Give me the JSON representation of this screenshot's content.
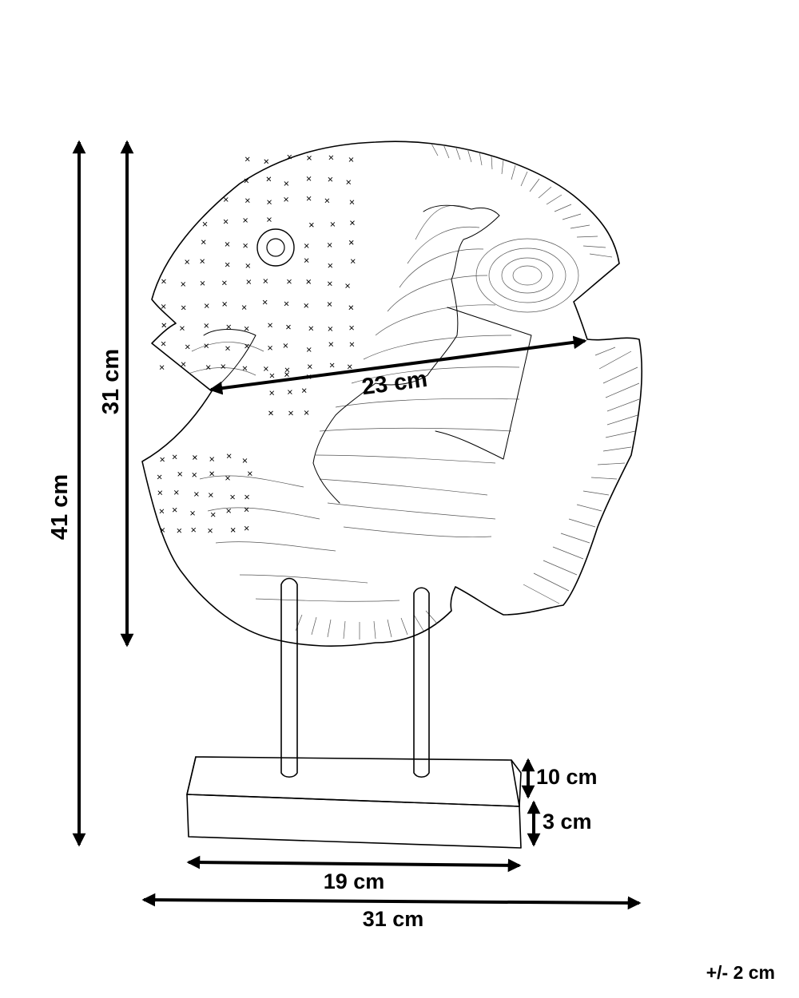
{
  "dimensions": {
    "total_height": "41 cm",
    "fish_height": "31 cm",
    "fish_width": "23 cm",
    "pole_height": "10 cm",
    "base_height": "3 cm",
    "base_width": "19 cm",
    "total_width": "31 cm",
    "tolerance": "+/- 2 cm"
  }
}
